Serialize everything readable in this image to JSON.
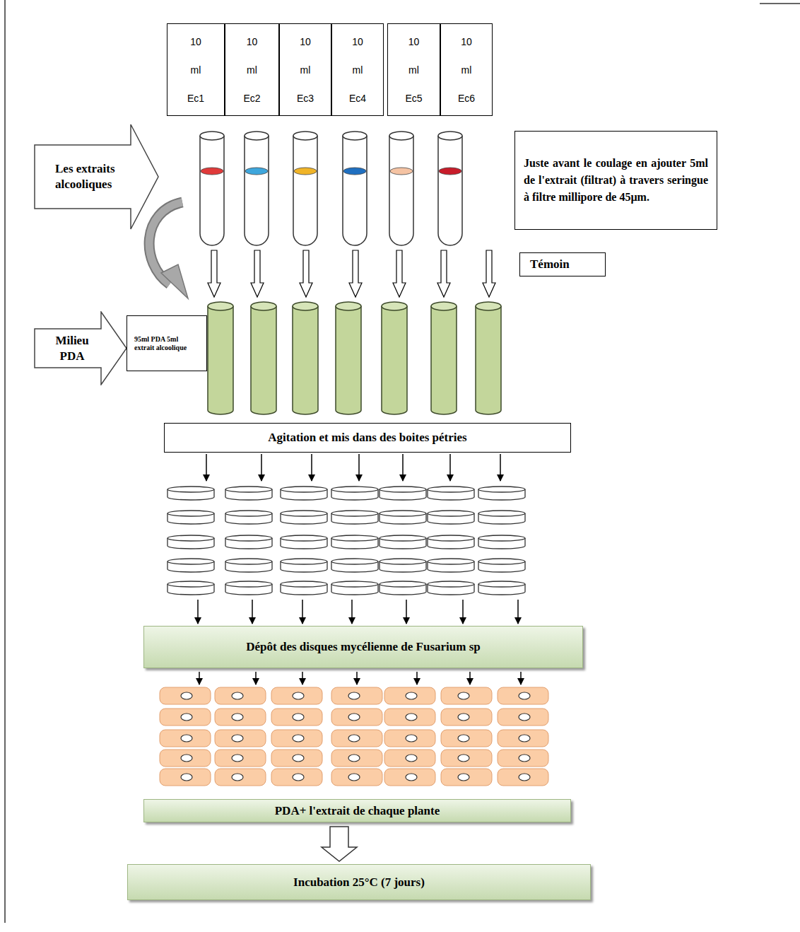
{
  "diagram": {
    "nodes": [
      {
        "text": [
          "10 ml Ec1"
        ]
      },
      {
        "text": [
          "10 ml Ec2"
        ]
      },
      {
        "text": [
          "10 ml Ec3"
        ]
      },
      {
        "text": [
          "10 ml Ec4"
        ]
      },
      {
        "text": [
          "10 ml Ec5"
        ]
      },
      {
        "text": [
          "10 ml Ec6"
        ]
      },
      {
        "text": [
          "Les extraits alcooliques"
        ]
      },
      {
        "text": [
          "Juste avant le coulage en ajouter 5ml de l'extrait (filtrat) à travers seringue à filtre millipore de 45µm."
        ]
      },
      {
        "text": [
          "Témoin"
        ]
      },
      {
        "text": [
          "Milieu PDA"
        ]
      },
      {
        "text": [
          "95ml PDA 5ml extrait alcoolique"
        ]
      },
      {
        "text": [
          "Agitation et mis dans des boites pétries"
        ]
      },
      {
        "text": [
          "Dépôt des disques mycélienne de Fusarium sp"
        ]
      },
      {
        "text": [
          "PDA+ l'extrait de chaque plante"
        ]
      },
      {
        "text": [
          "Incubation 25°C (7 jours)"
        ]
      }
    ],
    "edges": [
      {
        "from": 13,
        "to": 14,
        "arrow": "to"
      }
    ]
  }
}
